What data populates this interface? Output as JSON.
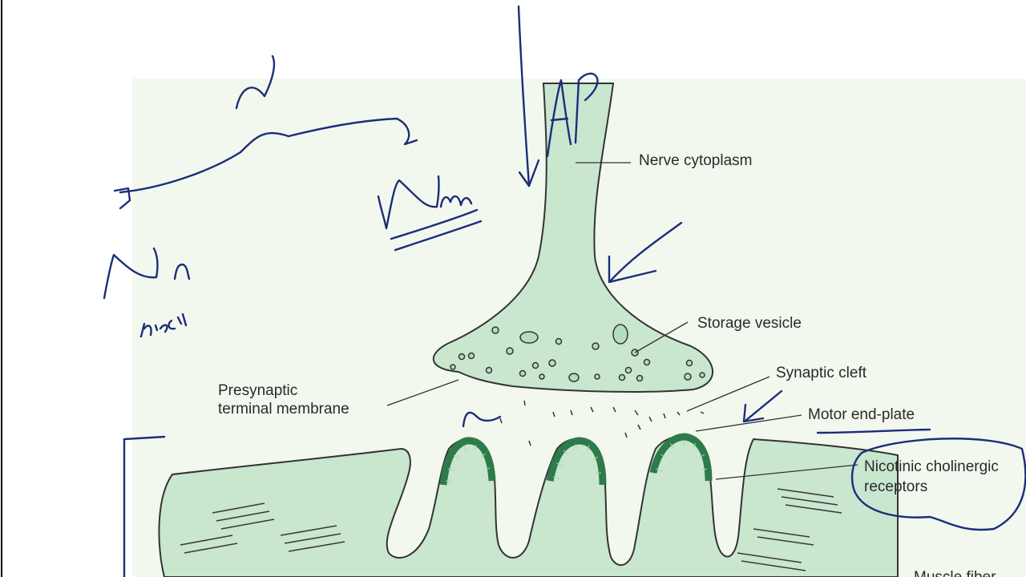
{
  "labels": {
    "nerve_cytoplasm": "Nerve cytoplasm",
    "storage_vesicle": "Storage vesicle",
    "synaptic_cleft": "Synaptic cleft",
    "motor_end_plate": "Motor end-plate",
    "presynaptic_line1": "Presynaptic",
    "presynaptic_line2": "terminal membrane",
    "nicotinic_line1": "Nicotinic cholinergic",
    "nicotinic_line2": "receptors",
    "muscle_fiber": "Muscle fiber"
  },
  "handwriting": {
    "ap": "AP",
    "nm_subscript": "m",
    "nn_subscript": "n",
    "nicotinic_note": "nicot"
  },
  "colors": {
    "tissue_fill": "#c9e6cf",
    "panel_bg": "#f2f8ee",
    "receptor_band": "#2f7a4a",
    "ink": "#1d2d7a"
  }
}
